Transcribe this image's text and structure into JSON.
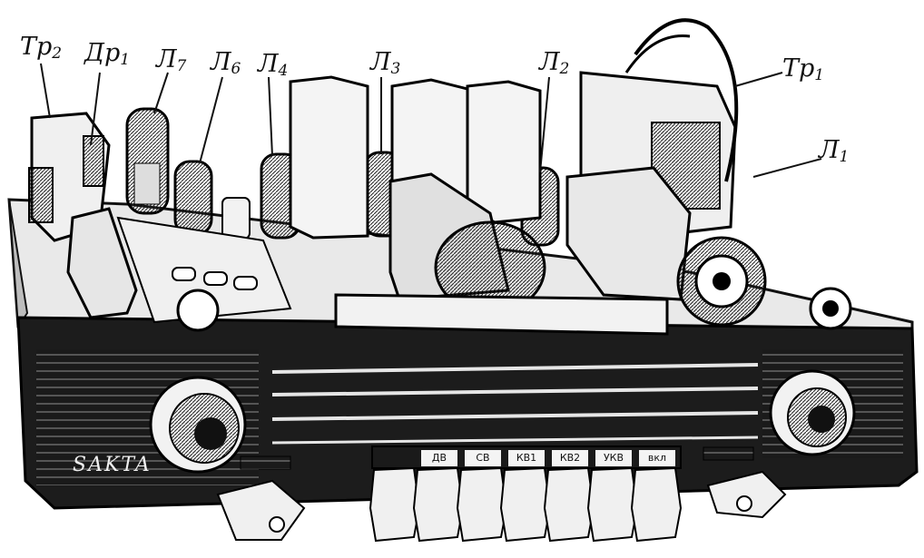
{
  "labels": {
    "tr2": {
      "base": "Тр",
      "sub": "2"
    },
    "dr1": {
      "base": "Др",
      "sub": "1"
    },
    "l7": {
      "base": "Л",
      "sub": "7"
    },
    "l6": {
      "base": "Л",
      "sub": "6"
    },
    "l4": {
      "base": "Л",
      "sub": "4"
    },
    "l3": {
      "base": "Л",
      "sub": "3"
    },
    "l2": {
      "base": "Л",
      "sub": "2"
    },
    "tr1": {
      "base": "Тр",
      "sub": "1"
    },
    "l1": {
      "base": "Л",
      "sub": "1"
    }
  },
  "brand": "SAKTA",
  "band_buttons": [
    "ДВ",
    "СВ",
    "КВ1",
    "КВ2",
    "УКВ",
    "вкл"
  ],
  "colors": {
    "ink": "#111111",
    "paper": "#ffffff",
    "panel": "#1c1c1c"
  }
}
